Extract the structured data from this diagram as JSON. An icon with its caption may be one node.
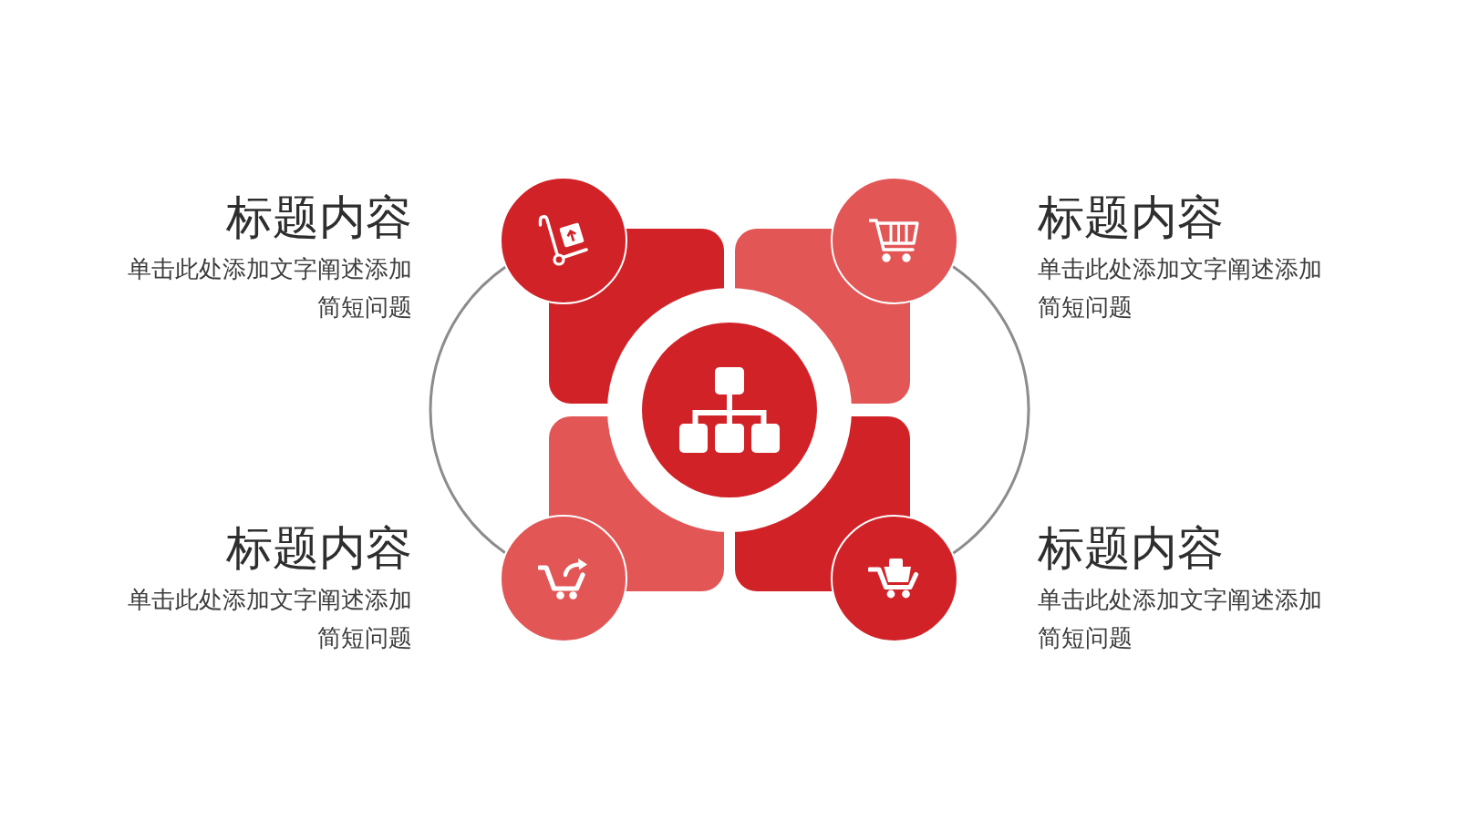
{
  "diagram": {
    "nodes": [
      {
        "text": [],
        "shape": "circle",
        "beside": [
          "标题内容",
          "单击此处添加文字阐述添加简短问题"
        ]
      },
      {
        "text": [],
        "shape": "circle",
        "beside": [
          "标题内容",
          "单击此处添加文字阐述添加简短问题"
        ]
      },
      {
        "text": [],
        "shape": "circle",
        "beside": [
          "标题内容",
          "单击此处添加文字阐述添加简短问题"
        ]
      },
      {
        "text": [],
        "shape": "circle",
        "beside": [
          "标题内容",
          "单击此处添加文字阐述添加简短问题"
        ]
      },
      {
        "text": [],
        "shape": "box"
      },
      {
        "text": [],
        "shape": "box"
      },
      {
        "text": [],
        "shape": "box"
      },
      {
        "text": [],
        "shape": "box"
      }
    ],
    "edges": [
      {
        "from": 0,
        "to": 2,
        "arrow": "none"
      },
      {
        "from": 1,
        "to": 3,
        "arrow": "none"
      }
    ]
  }
}
